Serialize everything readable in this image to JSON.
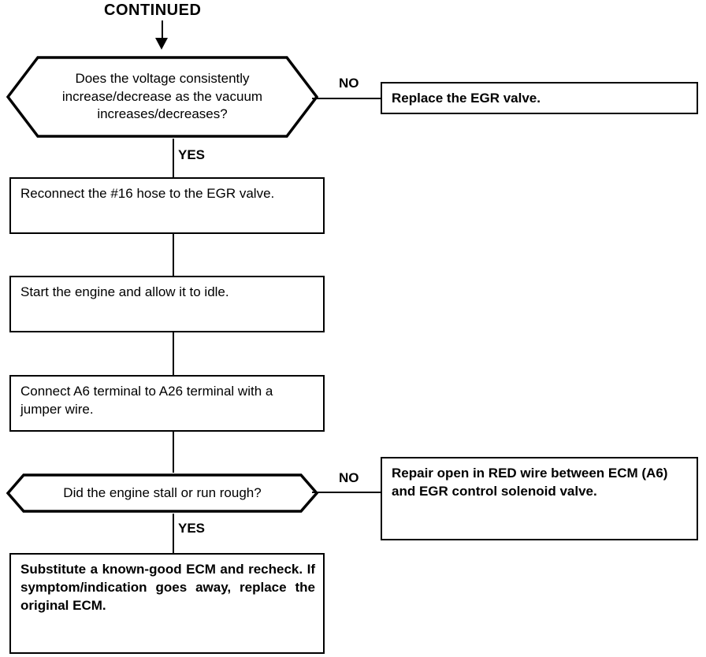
{
  "diagram": {
    "title": "CONTINUED",
    "type": "flowchart",
    "nodes": {
      "decision1": {
        "kind": "decision",
        "text": "Does the voltage consistently increase/decrease as the vacuum increases/decreases?"
      },
      "result1": {
        "kind": "process-bold",
        "text": "Replace the EGR valve."
      },
      "step1": {
        "kind": "process",
        "text": "Reconnect the #16 hose to the EGR valve."
      },
      "step2": {
        "kind": "process",
        "text": "Start the engine and allow it to idle."
      },
      "step3": {
        "kind": "process",
        "text": "Connect A6 terminal to A26 terminal with a jumper wire."
      },
      "decision2": {
        "kind": "decision",
        "text": "Did the engine stall or run rough?"
      },
      "result2": {
        "kind": "process-bold",
        "text": "Repair open in RED wire between ECM (A6) and EGR control solenoid valve."
      },
      "result3": {
        "kind": "process-bold",
        "text": "Substitute a known-good ECM and recheck. If symptom/indication goes away, replace the original ECM."
      }
    },
    "edge_labels": {
      "d1_no": "NO",
      "d1_yes": "YES",
      "d2_no": "NO",
      "d2_yes": "YES"
    },
    "colors": {
      "line": "#000000",
      "background": "#ffffff",
      "text": "#000000"
    }
  }
}
